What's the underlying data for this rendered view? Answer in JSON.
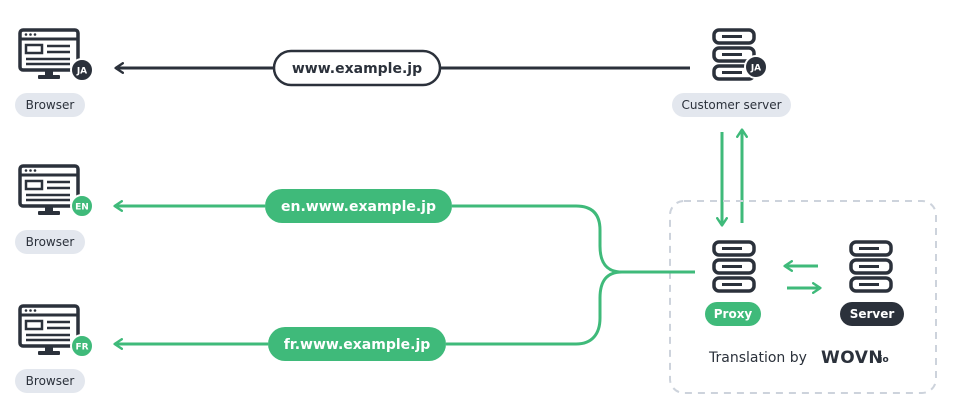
{
  "colors": {
    "dark": "#2b313b",
    "green": "#3fba7a",
    "pill_gray": "#e3e7ee",
    "dashed_border": "#cdd3dc",
    "white": "#ffffff"
  },
  "icons": {
    "browser": "browser-monitor-icon",
    "server": "server-stack-icon",
    "language_badge": "language-badge-icon",
    "arrow": "arrow-head-icon"
  },
  "browsers": [
    {
      "label": "Browser",
      "badge": "JA"
    },
    {
      "label": "Browser",
      "badge": "EN"
    },
    {
      "label": "Browser",
      "badge": "FR"
    }
  ],
  "urls": {
    "ja": "www.example.jp",
    "en": "en.www.example.jp",
    "fr": "fr.www.example.jp"
  },
  "customer_server": {
    "label": "Customer server",
    "badge": "JA"
  },
  "proxy": {
    "label": "Proxy"
  },
  "server": {
    "label": "Server"
  },
  "translation": {
    "text": "Translation by",
    "brand": "WOVN",
    "brand_suffix": ".io"
  }
}
